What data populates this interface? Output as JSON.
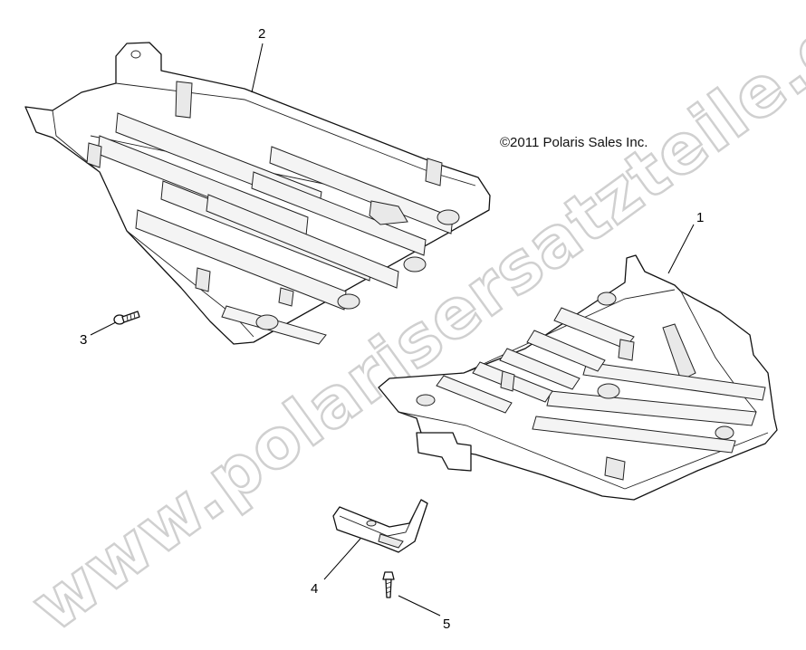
{
  "copyright": "©2011 Polaris Sales Inc.",
  "watermark": "www.polarisersatzteile.de",
  "callouts": [
    "1",
    "2",
    "3",
    "4",
    "5"
  ]
}
